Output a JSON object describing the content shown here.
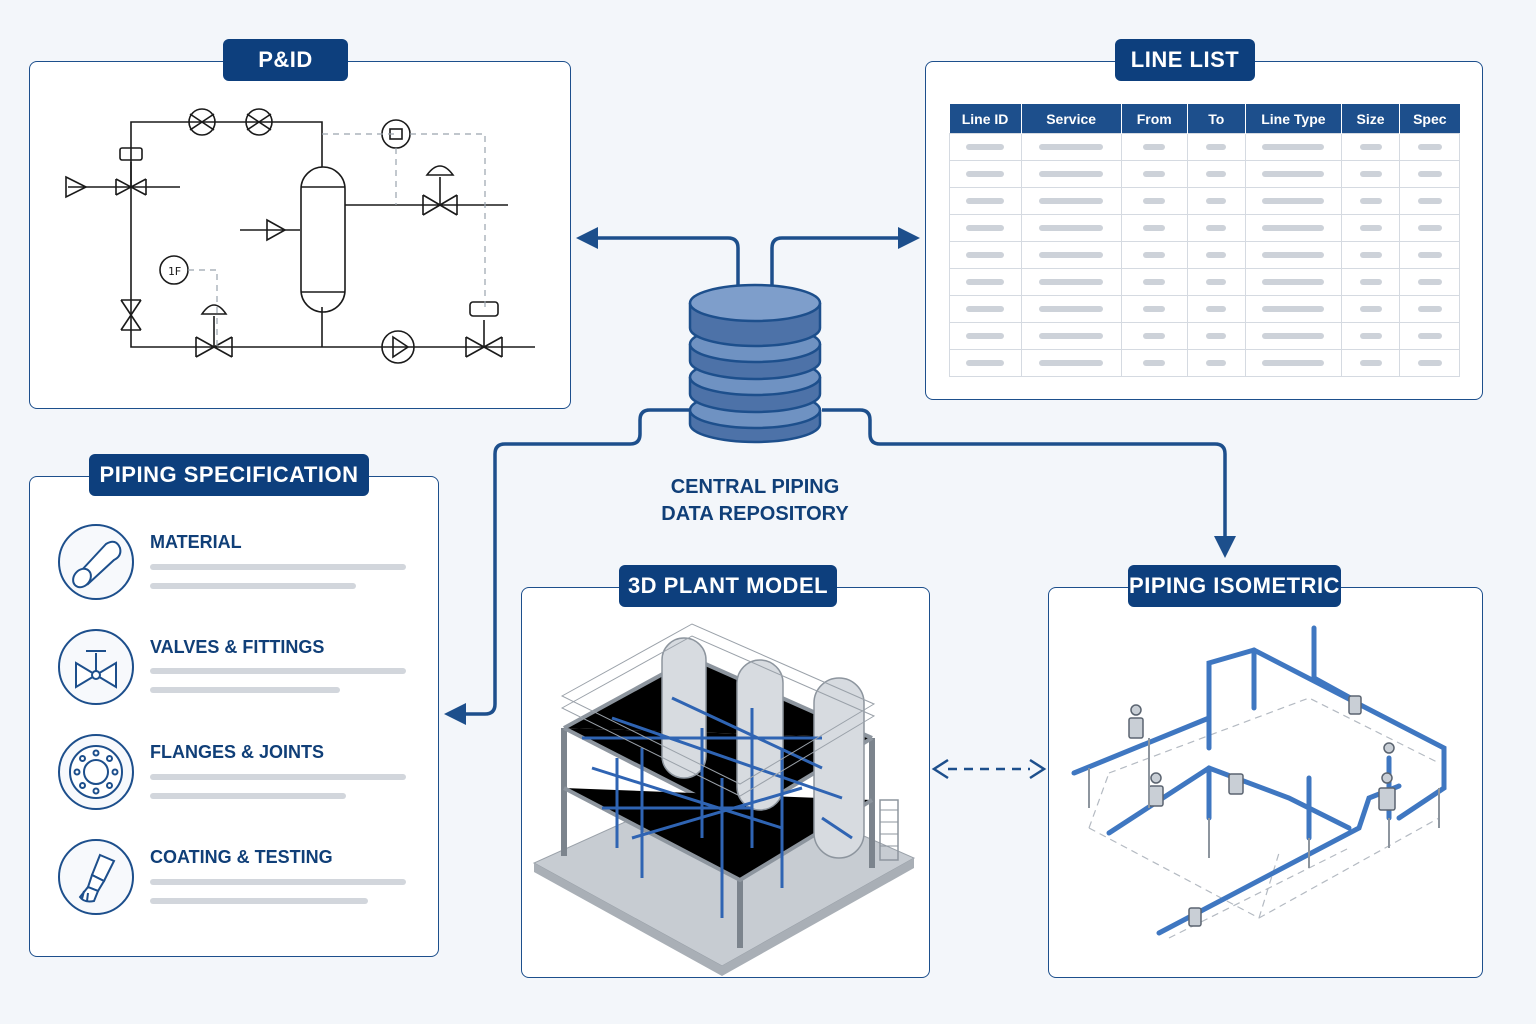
{
  "panels": {
    "pid": {
      "title": "P&ID"
    },
    "line_list": {
      "title": "LINE LIST",
      "columns": [
        "Line ID",
        "Service",
        "From",
        "To",
        "Line Type",
        "Size",
        "Spec"
      ],
      "row_count": 9
    },
    "piping_spec": {
      "title": "PIPING SPECIFICATION",
      "items": [
        {
          "label": "MATERIAL",
          "icon": "pipe-icon"
        },
        {
          "label": "VALVES & FITTINGS",
          "icon": "valve-icon"
        },
        {
          "label": "FLANGES & JOINTS",
          "icon": "flange-icon"
        },
        {
          "label": "COATING & TESTING",
          "icon": "brush-icon"
        }
      ]
    },
    "plant_model": {
      "title": "3D PLANT MODEL"
    },
    "isometric": {
      "title": "PIPING ISOMETRIC"
    }
  },
  "repository": {
    "line1": "CENTRAL PIPING",
    "line2": "DATA REPOSITORY",
    "icon": "database-icon"
  },
  "colors": {
    "primary": "#0d3f7d",
    "accent": "#3f77c1",
    "border": "#1d4f8c",
    "placeholder": "#d2d6dc"
  }
}
